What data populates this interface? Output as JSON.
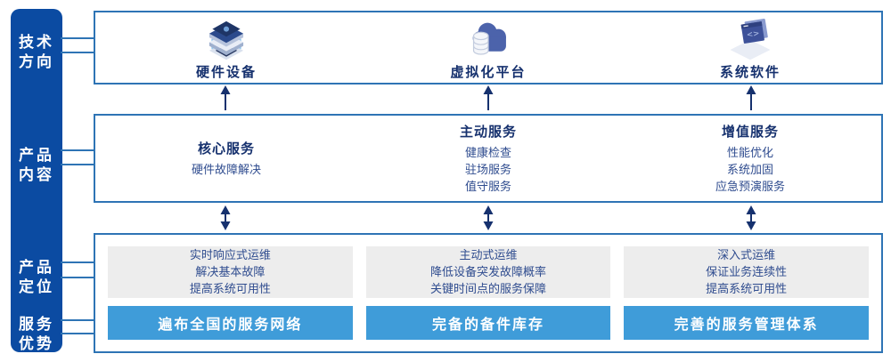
{
  "colors": {
    "sidebar_bg": "#0B4BA2",
    "box_border": "#2E74B5",
    "heading": "#16316E",
    "body_text": "#2F4C8F",
    "gray_box_bg": "#EDEDED",
    "blue_bar_bg": "#3F9CD9",
    "arrow": "#16316E",
    "connector": "#2E74B5"
  },
  "sidebar": {
    "items": [
      {
        "label": "技术\n方向"
      },
      {
        "label": "产品\n内容"
      },
      {
        "label": "产品\n定位"
      },
      {
        "label": "服务\n优势"
      }
    ]
  },
  "tech_row": {
    "items": [
      {
        "icon": "server-stack-icon",
        "label": "硬件设备"
      },
      {
        "icon": "cloud-database-icon",
        "label": "虚拟化平台"
      },
      {
        "icon": "code-window-icon",
        "label": "系统软件"
      }
    ]
  },
  "content_row": {
    "items": [
      {
        "title": "核心服务",
        "lines": [
          "硬件故障解决"
        ]
      },
      {
        "title": "主动服务",
        "lines": [
          "健康检查",
          "驻场服务",
          "值守服务"
        ]
      },
      {
        "title": "增值服务",
        "lines": [
          "性能优化",
          "系统加固",
          "应急预演服务"
        ]
      }
    ]
  },
  "bottom_row": {
    "items": [
      {
        "positioning": [
          "实时响应式运维",
          "解决基本故障",
          "提高系统可用性"
        ],
        "advantage": "遍布全国的服务网络"
      },
      {
        "positioning": [
          "主动式运维",
          "降低设备突发故障概率",
          "关键时间点的服务保障"
        ],
        "advantage": "完备的备件库存"
      },
      {
        "positioning": [
          "深入式运维",
          "保证业务连续性",
          "提高系统可用性"
        ],
        "advantage": "完善的服务管理体系"
      }
    ]
  }
}
